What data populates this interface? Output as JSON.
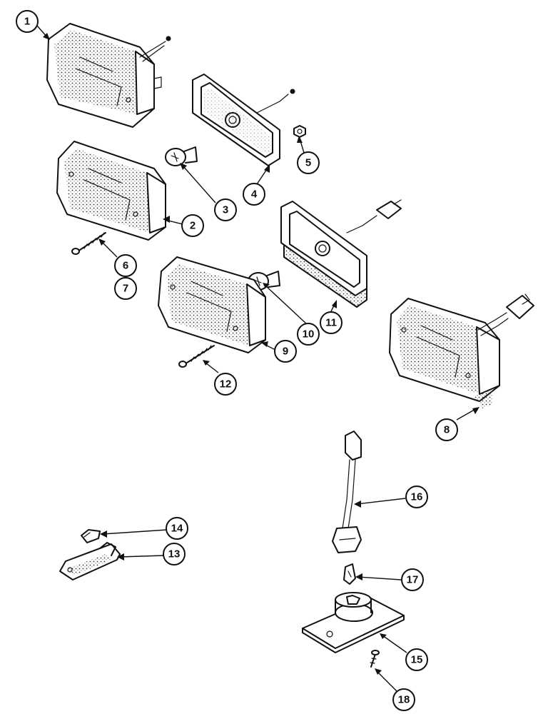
{
  "callouts": [
    {
      "id": "c1",
      "label": "1"
    },
    {
      "id": "c2",
      "label": "2"
    },
    {
      "id": "c3",
      "label": "3"
    },
    {
      "id": "c4",
      "label": "4"
    },
    {
      "id": "c5",
      "label": "5"
    },
    {
      "id": "c6",
      "label": "6"
    },
    {
      "id": "c7",
      "label": "7"
    },
    {
      "id": "c8",
      "label": "8"
    },
    {
      "id": "c9",
      "label": "9"
    },
    {
      "id": "c10",
      "label": "10"
    },
    {
      "id": "c11",
      "label": "11"
    },
    {
      "id": "c12",
      "label": "12"
    },
    {
      "id": "c13",
      "label": "13"
    },
    {
      "id": "c14",
      "label": "14"
    },
    {
      "id": "c15",
      "label": "15"
    },
    {
      "id": "c16",
      "label": "16"
    },
    {
      "id": "c17",
      "label": "17"
    },
    {
      "id": "c18",
      "label": "18"
    }
  ]
}
